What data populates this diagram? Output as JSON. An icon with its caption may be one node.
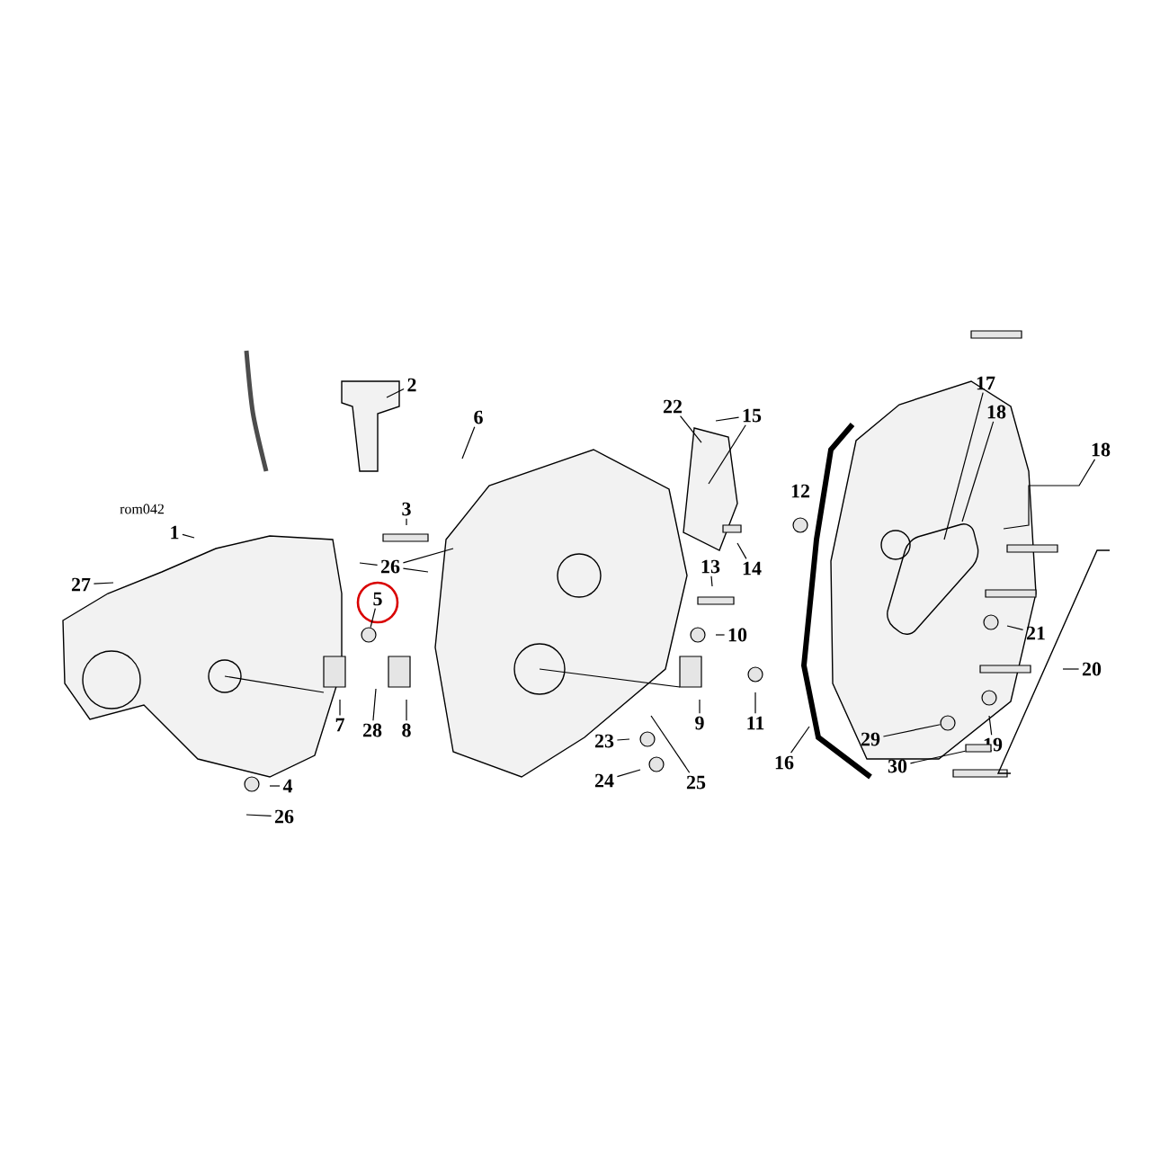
{
  "diagram": {
    "nodes": [
      {
        "text": [
          "2"
        ]
      },
      {
        "text": [
          "17"
        ]
      },
      {
        "text": [
          "22"
        ]
      },
      {
        "text": [
          "18"
        ]
      },
      {
        "text": [
          "15"
        ]
      },
      {
        "text": [
          "6"
        ]
      },
      {
        "text": [
          "18"
        ]
      },
      {
        "text": [
          "12"
        ]
      },
      {
        "text": [
          "3"
        ]
      },
      {
        "text": [
          "1"
        ]
      },
      {
        "text": [
          "26"
        ]
      },
      {
        "text": [
          "13"
        ]
      },
      {
        "text": [
          "14"
        ]
      },
      {
        "text": [
          "27"
        ]
      },
      {
        "text": [
          "5"
        ]
      },
      {
        "text": [
          "10"
        ]
      },
      {
        "text": [
          "21"
        ]
      },
      {
        "text": [
          "20"
        ]
      },
      {
        "text": [
          "9"
        ]
      },
      {
        "text": [
          "11"
        ]
      },
      {
        "text": [
          "7"
        ]
      },
      {
        "text": [
          "28"
        ]
      },
      {
        "text": [
          "8"
        ]
      },
      {
        "text": [
          "23"
        ]
      },
      {
        "text": [
          "19"
        ]
      },
      {
        "text": [
          "29"
        ]
      },
      {
        "text": [
          "30"
        ]
      },
      {
        "text": [
          "16"
        ]
      },
      {
        "text": [
          "25"
        ]
      },
      {
        "text": [
          "4"
        ]
      },
      {
        "text": [
          "24"
        ]
      },
      {
        "text": [
          "26"
        ]
      },
      {
        "text": [],
        "shape": "circle"
      },
      {
        "text": [],
        "shape": "bar"
      },
      {
        "text": [],
        "shape": "circle"
      }
    ],
    "edges": [
      {
        "from": 0,
        "to": null,
        "arrow": "none"
      },
      {
        "from": 1,
        "to": null,
        "arrow": "none"
      },
      {
        "from": 2,
        "to": null,
        "arrow": "none"
      },
      {
        "from": 3,
        "to": null,
        "arrow": "none"
      },
      {
        "from": 4,
        "to": null,
        "arrow": "none"
      },
      {
        "from": 4,
        "to": null,
        "arrow": "none"
      },
      {
        "from": 5,
        "to": null,
        "arrow": "none"
      },
      {
        "from": 6,
        "to": null,
        "arrow": "none"
      },
      {
        "from": 8,
        "to": null,
        "arrow": "none"
      },
      {
        "from": 9,
        "to": null,
        "arrow": "none"
      },
      {
        "from": 10,
        "to": null,
        "arrow": "none"
      },
      {
        "from": 10,
        "to": null,
        "arrow": "none"
      },
      {
        "from": 10,
        "to": null,
        "arrow": "none"
      },
      {
        "from": 11,
        "to": null,
        "arrow": "none"
      },
      {
        "from": 12,
        "to": null,
        "arrow": "none"
      },
      {
        "from": 13,
        "to": null,
        "arrow": "none"
      },
      {
        "from": 14,
        "to": 34,
        "arrow": "none"
      },
      {
        "from": 15,
        "to": null,
        "arrow": "none"
      },
      {
        "from": 16,
        "to": null,
        "arrow": "none"
      },
      {
        "from": 17,
        "to": null,
        "arrow": "none"
      },
      {
        "from": 18,
        "to": null,
        "arrow": "none"
      },
      {
        "from": 19,
        "to": null,
        "arrow": "none"
      },
      {
        "from": 20,
        "to": null,
        "arrow": "none"
      },
      {
        "from": 21,
        "to": null,
        "arrow": "none"
      },
      {
        "from": 22,
        "to": null,
        "arrow": "none"
      },
      {
        "from": 23,
        "to": null,
        "arrow": "none"
      },
      {
        "from": 24,
        "to": null,
        "arrow": "none"
      },
      {
        "from": 25,
        "to": 32,
        "arrow": "none"
      },
      {
        "from": 26,
        "to": 33,
        "arrow": "none"
      },
      {
        "from": 27,
        "to": null,
        "arrow": "none"
      },
      {
        "from": 28,
        "to": null,
        "arrow": "none"
      },
      {
        "from": 29,
        "to": null,
        "arrow": "none"
      },
      {
        "from": 30,
        "to": null,
        "arrow": "none"
      },
      {
        "from": 31,
        "to": null,
        "arrow": "none"
      }
    ],
    "labels": [
      "rom042"
    ]
  }
}
